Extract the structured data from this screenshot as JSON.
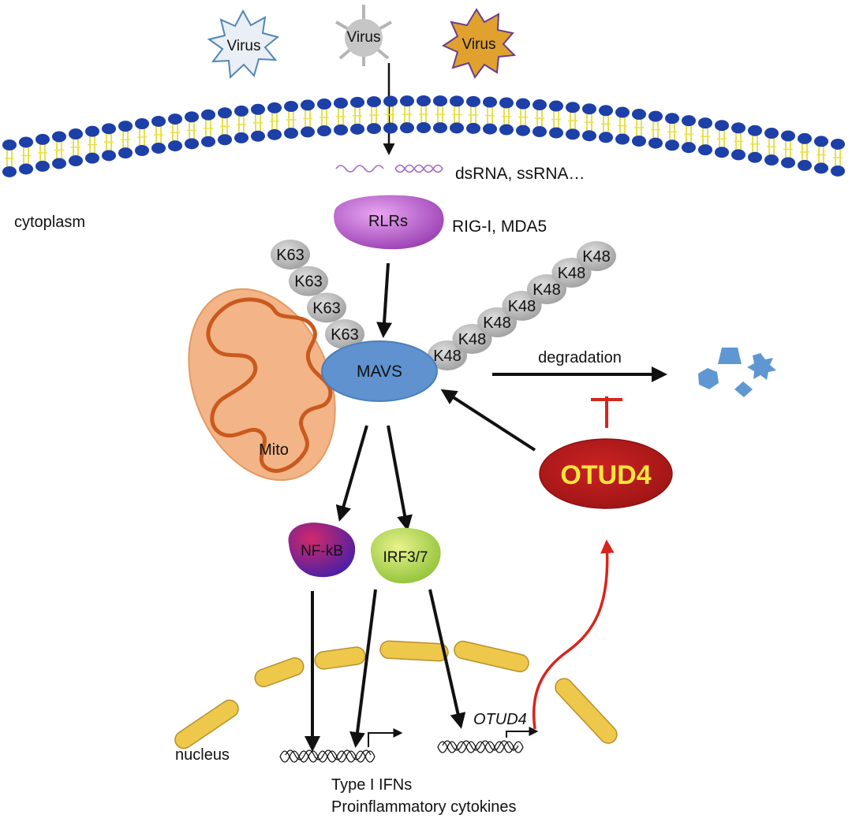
{
  "viruses": [
    {
      "label": "Virus",
      "color": "#e6edf3",
      "stroke": "#5b8fbf"
    },
    {
      "label": "Virus",
      "color": "#c9c9c9",
      "stroke": "#a8a8a8"
    },
    {
      "label": "Virus",
      "color": "#e1a12f",
      "stroke": "#6a3e8c"
    }
  ],
  "labels": {
    "rna": "dsRNA, ssRNA…",
    "cytoplasm": "cytoplasm",
    "rlrs": "RLRs",
    "rig": "RIG-I, MDA5",
    "mavs": "MAVS",
    "mito": "Mito",
    "degradation": "degradation",
    "otud4": "OTUD4",
    "nfkb": "NF-kB",
    "irf": "IRF3/7",
    "nucleus": "nucleus",
    "otud4_gene": "OTUD4",
    "type1": "Type I IFNs",
    "cytokines": "Proinflammatory cytokines"
  },
  "k63_chain": [
    "K63",
    "K63",
    "K63",
    "K63"
  ],
  "k48_chain": [
    "K48",
    "K48",
    "K48",
    "K48",
    "K48",
    "K48",
    "K48"
  ],
  "colors": {
    "membrane_head": "#1c3fa8",
    "membrane_tail": "#e8e04a",
    "rlrs": "#b060c8",
    "mavs": "#5f92cf",
    "mito_fill": "#f3b487",
    "mito_cristae": "#c95a1e",
    "otud4": "#b31b1b",
    "otud4_text": "#ffe53a",
    "inhibit": "#d9241c",
    "nfkb": "#6b1fa0",
    "irf": "#a7cf3c",
    "ubiquitin": "#bdbdbd",
    "nuclear_envelope": "#eec84b",
    "fragments": "#5f97d2"
  }
}
